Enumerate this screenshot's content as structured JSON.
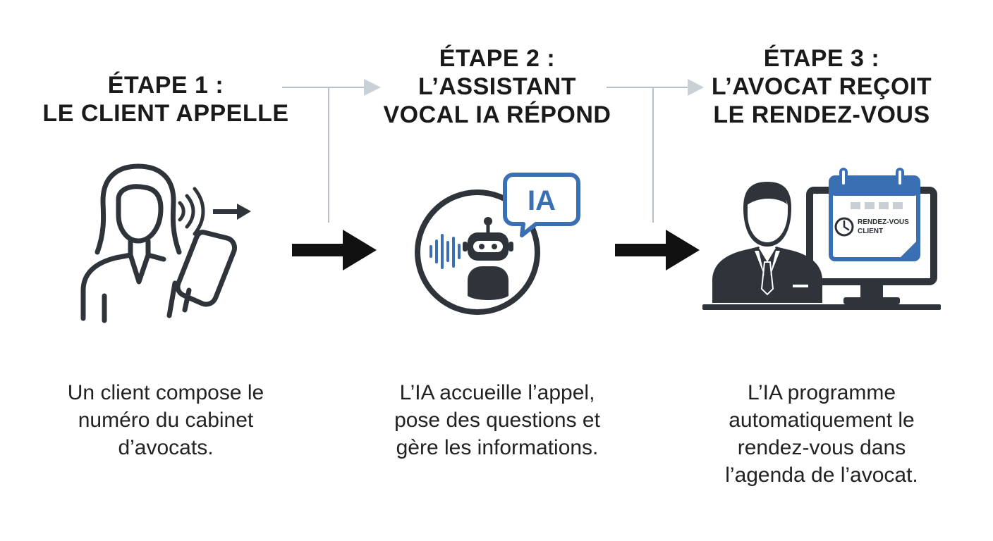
{
  "colors": {
    "dark": "#2f343b",
    "accent_blue": "#3a6fb3",
    "connector_gray": "#b9c0c7",
    "arrow_black": "#111111"
  },
  "steps": [
    {
      "title_lines": [
        "ÉTAPE 1 :",
        "LE CLIENT APPELLE"
      ],
      "icon": "woman-calling-phone-icon",
      "description_lines": [
        "Un client compose le",
        "numéro du cabinet",
        "d’avocats."
      ]
    },
    {
      "title_lines": [
        "ÉTAPE 2 :",
        "L’ASSISTANT",
        "VOCAL IA RÉPOND"
      ],
      "icon": "ai-voice-assistant-robot-icon",
      "bubble_text": "IA",
      "description_lines": [
        "L’IA accueille l’appel,",
        "pose des questions et",
        "gère les informations."
      ]
    },
    {
      "title_lines": [
        "ÉTAPE 3 :",
        "L’AVOCAT REÇOIT",
        "LE RENDEZ-VOUS"
      ],
      "icon": "lawyer-with-calendar-monitor-icon",
      "calendar_lines": [
        "RENDEZ-VOUS",
        "CLIENT"
      ],
      "description_lines": [
        "L’IA programme",
        "automatiquement le",
        "rendez-vous dans",
        "l’agenda de l’avocat."
      ]
    }
  ]
}
